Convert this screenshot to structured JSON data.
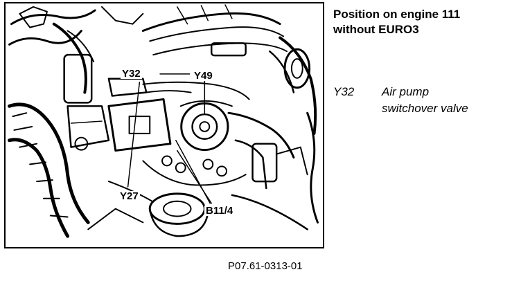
{
  "heading": {
    "line1": "Position on engine 111",
    "line2": "without EURO3"
  },
  "legend": [
    {
      "code": "Y32",
      "desc_line1": "Air pump",
      "desc_line2": "switchover valve"
    }
  ],
  "callouts": {
    "y32": "Y32",
    "y49": "Y49",
    "y27": "Y27",
    "b11_4": "B11/4"
  },
  "figure_id": "P07.61-0313-01"
}
